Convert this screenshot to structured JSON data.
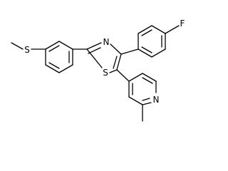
{
  "atoms": {
    "sulfur_thioether": "S",
    "nitrogen_thiazole": "N",
    "sulfur_thiazole": "S",
    "fluorine": "F",
    "nitrogen_pyridine": "N"
  },
  "colors": {
    "bond": "#000000",
    "label": "#000000",
    "background": "#ffffff"
  }
}
